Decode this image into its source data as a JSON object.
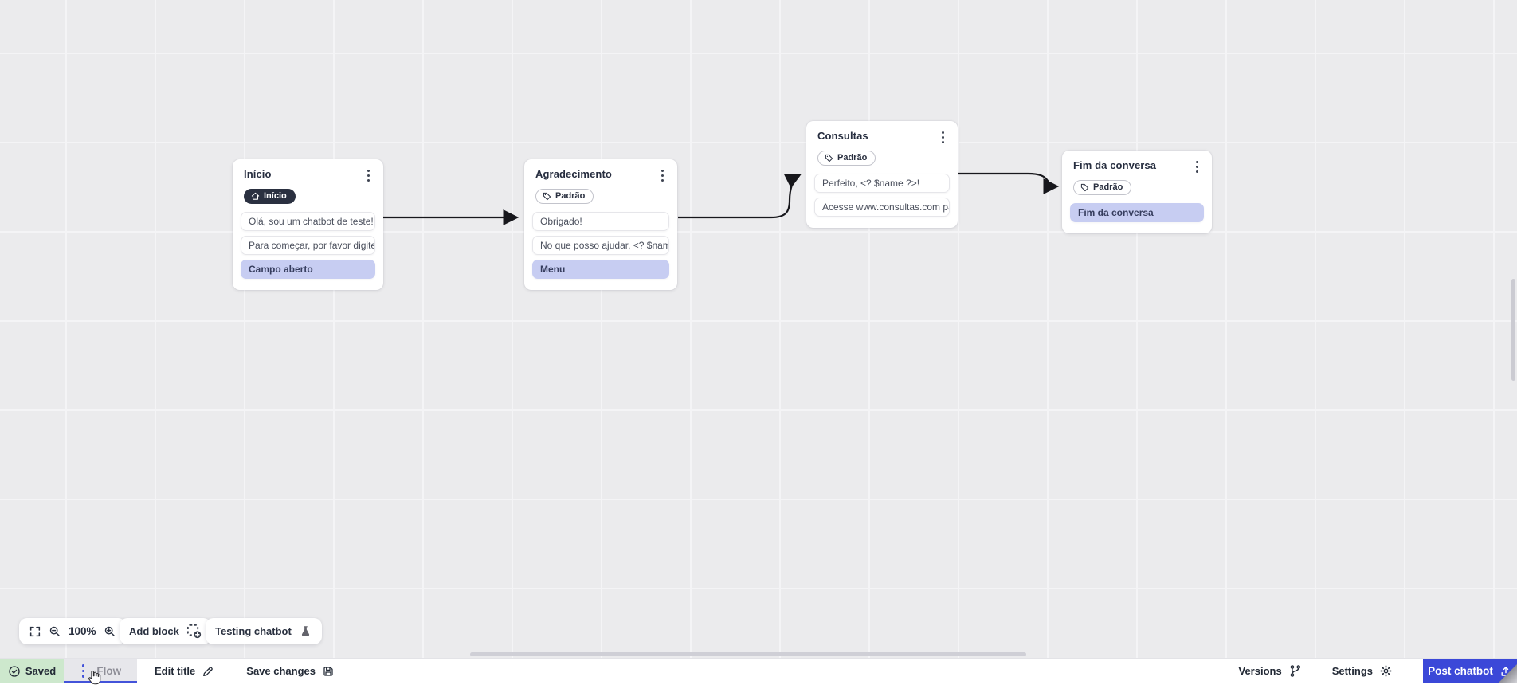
{
  "nodes": [
    {
      "title": "Início",
      "badge_label": "Início",
      "rows": [
        "Olá, sou um chatbot de teste!",
        "Para começar, por favor digite o ...",
        "Campo aberto"
      ]
    },
    {
      "title": "Agradecimento",
      "tag_label": "Padrão",
      "rows": [
        "Obrigado!",
        "No que posso ajudar, <? $name ...",
        "Menu"
      ]
    },
    {
      "title": "Consultas",
      "tag_label": "Padrão",
      "rows": [
        "Perfeito, <? $name ?>!",
        "Acesse www.consultas.com par..."
      ]
    },
    {
      "title": "Fim da conversa",
      "tag_label": "Padrão",
      "rows": [
        "Fim da conversa"
      ]
    }
  ],
  "toolbar": {
    "zoom_level": "100%",
    "add_block": "Add block",
    "testing_chatbot": "Testing chatbot"
  },
  "bottom_bar": {
    "saved": "Saved",
    "flow": "Flow",
    "edit_title": "Edit title",
    "save_changes": "Save changes",
    "versions": "Versions",
    "settings": "Settings",
    "post_chatbot": "Post chatbot"
  },
  "colors": {
    "accent_blue": "#3b48d8",
    "highlight_row": "#c7cdf2",
    "saved_green_bg": "#cde8cd",
    "badge_dark_bg": "#2a3040",
    "edge_black": "#17171c"
  }
}
